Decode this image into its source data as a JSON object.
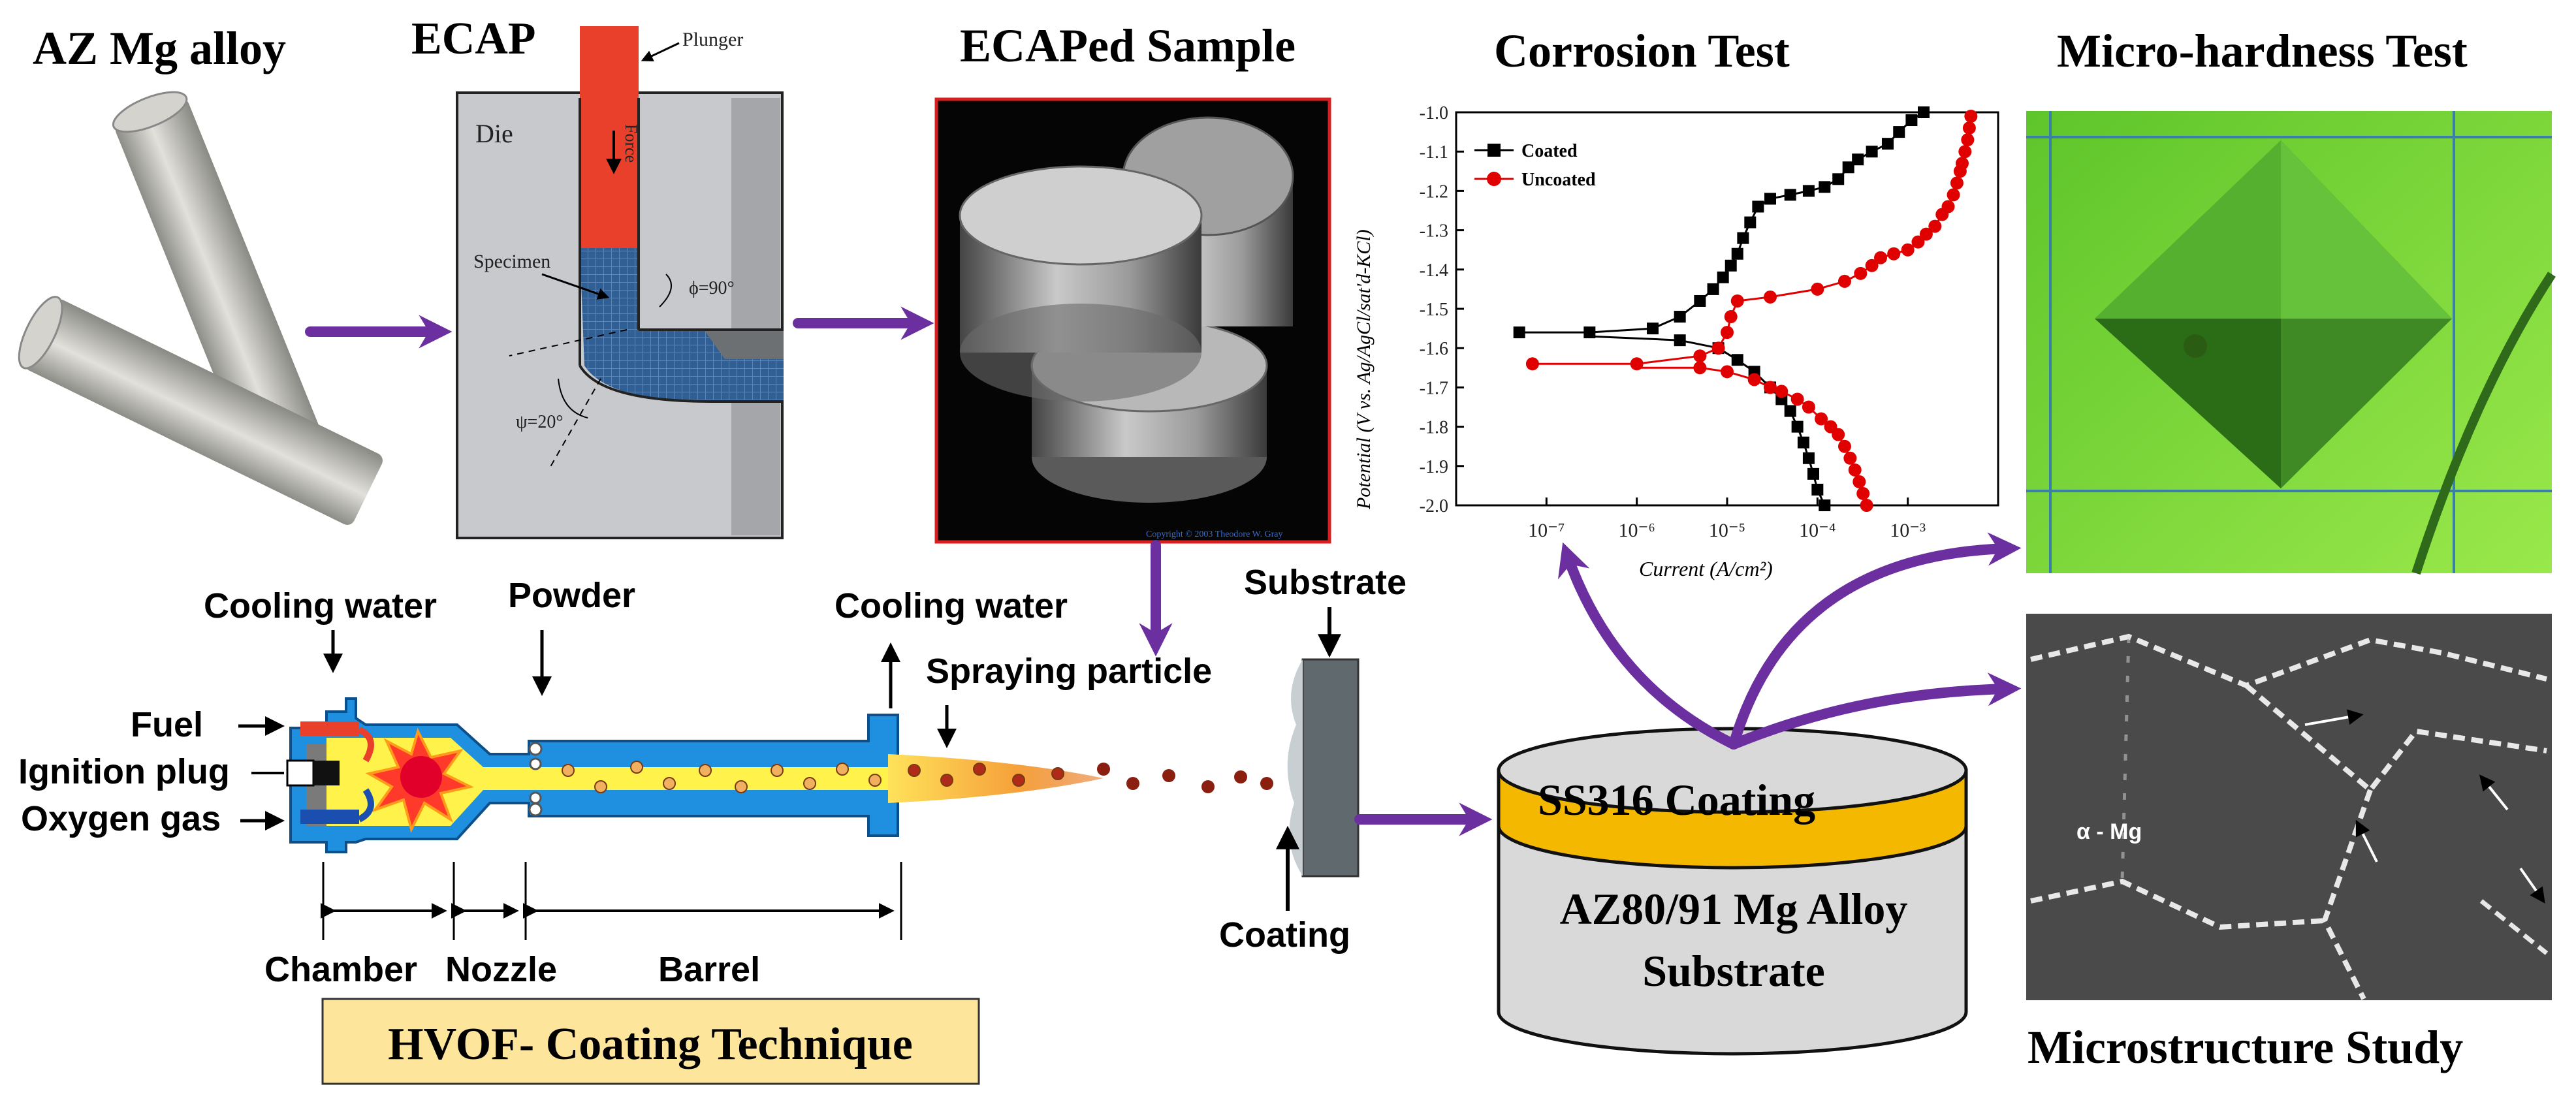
{
  "colors": {
    "flow_arrow": "#6b2fa0",
    "coating_band": "#f5b800",
    "substrate_fill": "#d9d9d9",
    "hvof_label_bg": "#fde59b",
    "hvof_body": "#1f8fe0",
    "hvof_inner": "#fff24a",
    "ecap_plunger": "#e8402a",
    "ecap_specimen": "#2f5f95",
    "hardness_bg": "#7ad83a",
    "series_coated": "#000000",
    "series_uncoated": "#e00000"
  },
  "stages": {
    "az_mg_alloy": "AZ Mg alloy",
    "ecap": "ECAP",
    "ecaped_sample": "ECAPed Sample",
    "corrosion_test": "Corrosion Test",
    "micro_hardness_test": "Micro-hardness Test",
    "microstructure_study": "Microstructure Study"
  },
  "ecap_diagram": {
    "plunger": "Plunger",
    "force": "Force",
    "die": "Die",
    "specimen": "Specimen",
    "phi": "ϕ=90°",
    "psi": "ψ=20°"
  },
  "ecaped_photo": {
    "copyright": "Copyright © 2003 Theodore W. Gray"
  },
  "hvof": {
    "cooling_water_left": "Cooling water",
    "powder": "Powder",
    "cooling_water_right": "Cooling water",
    "spraying_particle": "Spraying particle",
    "fuel": "Fuel",
    "ignition_plug": "Ignition plug",
    "oxygen_gas": "Oxygen gas",
    "chamber": "Chamber",
    "nozzle": "Nozzle",
    "barrel": "Barrel",
    "technique_label": "HVOF- Coating Technique"
  },
  "substrate_panel": {
    "substrate": "Substrate",
    "coating": "Coating"
  },
  "cylinder": {
    "coating_label": "SS316 Coating",
    "substrate_line1": "AZ80/91 Mg Alloy",
    "substrate_line2": "Substrate"
  },
  "micrograph": {
    "phase_label": "α - Mg"
  },
  "chart_data": {
    "type": "line",
    "title": "",
    "xlabel": "Current (A/cm²)",
    "ylabel": "Potential (V vs. Ag/AgCl/sat'd-KCl)",
    "xscale": "log",
    "xlim": [
      1e-08,
      0.01
    ],
    "ylim": [
      -2.0,
      -1.0
    ],
    "x_tick_labels": [
      "10⁻⁷",
      "10⁻⁶",
      "10⁻⁵",
      "10⁻⁴",
      "10⁻³"
    ],
    "x_tick_values": [
      1e-07,
      1e-06,
      1e-05,
      0.0001,
      0.001
    ],
    "y_ticks": [
      -1.0,
      -1.1,
      -1.2,
      -1.3,
      -1.4,
      -1.5,
      -1.6,
      -1.7,
      -1.8,
      -1.9,
      -2.0
    ],
    "legend_position": "top-left",
    "series": [
      {
        "name": "Coated",
        "marker": "square",
        "anodic": [
          [
            5e-08,
            -1.56
          ],
          [
            3e-07,
            -1.56
          ],
          [
            1.5e-06,
            -1.55
          ],
          [
            3e-06,
            -1.52
          ],
          [
            5e-06,
            -1.48
          ],
          [
            7e-06,
            -1.45
          ],
          [
            9e-06,
            -1.42
          ],
          [
            1.1e-05,
            -1.39
          ],
          [
            1.3e-05,
            -1.36
          ],
          [
            1.5e-05,
            -1.32
          ],
          [
            1.8e-05,
            -1.28
          ],
          [
            2.2e-05,
            -1.24
          ],
          [
            3e-05,
            -1.22
          ],
          [
            5e-05,
            -1.21
          ],
          [
            8e-05,
            -1.2
          ],
          [
            0.00012,
            -1.19
          ],
          [
            0.00017,
            -1.17
          ],
          [
            0.00022,
            -1.14
          ],
          [
            0.00028,
            -1.12
          ],
          [
            0.0004,
            -1.1
          ],
          [
            0.0006,
            -1.08
          ],
          [
            0.0008,
            -1.05
          ],
          [
            0.0011,
            -1.02
          ],
          [
            0.0015,
            -1.0
          ]
        ],
        "cathodic": [
          [
            3e-07,
            -1.57
          ],
          [
            3e-06,
            -1.58
          ],
          [
            8e-06,
            -1.6
          ],
          [
            1.3e-05,
            -1.63
          ],
          [
            2e-05,
            -1.66
          ],
          [
            3e-05,
            -1.7
          ],
          [
            4e-05,
            -1.73
          ],
          [
            5e-05,
            -1.76
          ],
          [
            6e-05,
            -1.8
          ],
          [
            7e-05,
            -1.84
          ],
          [
            8e-05,
            -1.88
          ],
          [
            9e-05,
            -1.92
          ],
          [
            0.0001,
            -1.96
          ],
          [
            0.00012,
            -2.0
          ]
        ]
      },
      {
        "name": "Uncoated",
        "marker": "circle",
        "anodic": [
          [
            7e-08,
            -1.64
          ],
          [
            1e-06,
            -1.64
          ],
          [
            5e-06,
            -1.62
          ],
          [
            8e-06,
            -1.6
          ],
          [
            1e-05,
            -1.56
          ],
          [
            1.1e-05,
            -1.52
          ],
          [
            1.3e-05,
            -1.48
          ],
          [
            3e-05,
            -1.47
          ],
          [
            0.0001,
            -1.45
          ],
          [
            0.0002,
            -1.43
          ],
          [
            0.0003,
            -1.41
          ],
          [
            0.0004,
            -1.39
          ],
          [
            0.0005,
            -1.37
          ],
          [
            0.0007,
            -1.36
          ],
          [
            0.001,
            -1.35
          ],
          [
            0.0013,
            -1.33
          ],
          [
            0.0016,
            -1.31
          ],
          [
            0.002,
            -1.29
          ],
          [
            0.0024,
            -1.26
          ],
          [
            0.0028,
            -1.24
          ],
          [
            0.0032,
            -1.21
          ],
          [
            0.0035,
            -1.18
          ],
          [
            0.0038,
            -1.15
          ],
          [
            0.004,
            -1.13
          ],
          [
            0.0043,
            -1.1
          ],
          [
            0.0046,
            -1.07
          ],
          [
            0.0048,
            -1.04
          ],
          [
            0.005,
            -1.01
          ]
        ],
        "cathodic": [
          [
            1e-06,
            -1.65
          ],
          [
            5e-06,
            -1.65
          ],
          [
            1e-05,
            -1.66
          ],
          [
            2e-05,
            -1.68
          ],
          [
            3e-05,
            -1.7
          ],
          [
            4e-05,
            -1.71
          ],
          [
            6e-05,
            -1.73
          ],
          [
            8e-05,
            -1.75
          ],
          [
            0.00011,
            -1.78
          ],
          [
            0.00014,
            -1.8
          ],
          [
            0.00017,
            -1.82
          ],
          [
            0.0002,
            -1.85
          ],
          [
            0.00023,
            -1.88
          ],
          [
            0.00026,
            -1.91
          ],
          [
            0.00029,
            -1.94
          ],
          [
            0.00032,
            -1.97
          ],
          [
            0.00035,
            -2.0
          ]
        ]
      }
    ]
  }
}
